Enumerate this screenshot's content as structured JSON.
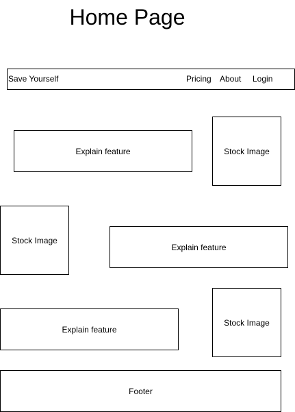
{
  "title": "Home Page",
  "nav": {
    "brand": "Save Yourself",
    "links": [
      "Pricing",
      "About",
      "Login"
    ]
  },
  "features": [
    {
      "text": "Explain feature",
      "image": "Stock Image"
    },
    {
      "text": "Explain feature",
      "image": "Stock Image"
    },
    {
      "text": "Explain feature",
      "image": "Stock Image"
    }
  ],
  "footer": "Footer"
}
